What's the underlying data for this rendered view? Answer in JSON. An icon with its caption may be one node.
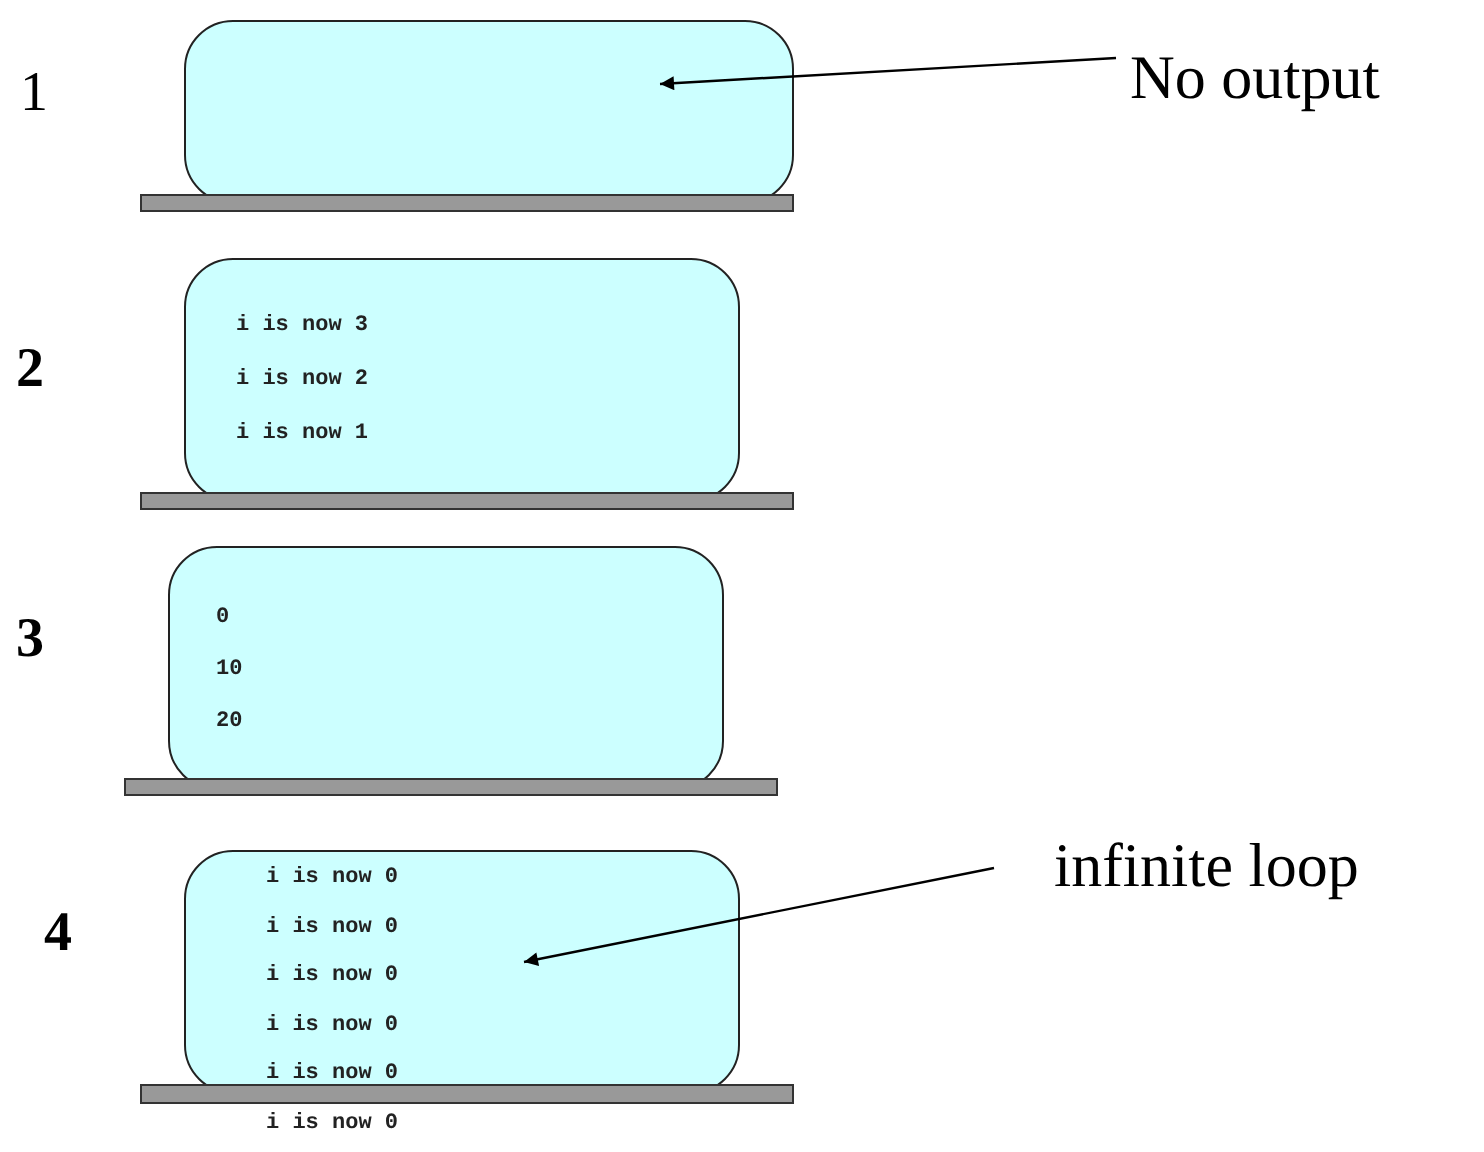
{
  "diagram": {
    "nodes": [
      {
        "text": [],
        "shape": "box"
      },
      {
        "text": [
          "i is now 3",
          "i is now 2",
          "i is now 1"
        ]
      },
      {
        "text": [
          "0",
          "10",
          "20"
        ]
      },
      {
        "text": [
          "i is now 0",
          "i is now 0",
          "i is now 0",
          "i is now 0",
          "i is now 0",
          "i is now 0"
        ]
      },
      {
        "text": [
          "No output"
        ]
      },
      {
        "text": [
          "infinite loop"
        ]
      }
    ],
    "edges": [
      {
        "from": 4,
        "to": 0,
        "arrow": "to"
      },
      {
        "from": 5,
        "to": 3,
        "arrow": "to"
      }
    ],
    "labels": [
      "1",
      "2",
      "3",
      "4"
    ]
  }
}
